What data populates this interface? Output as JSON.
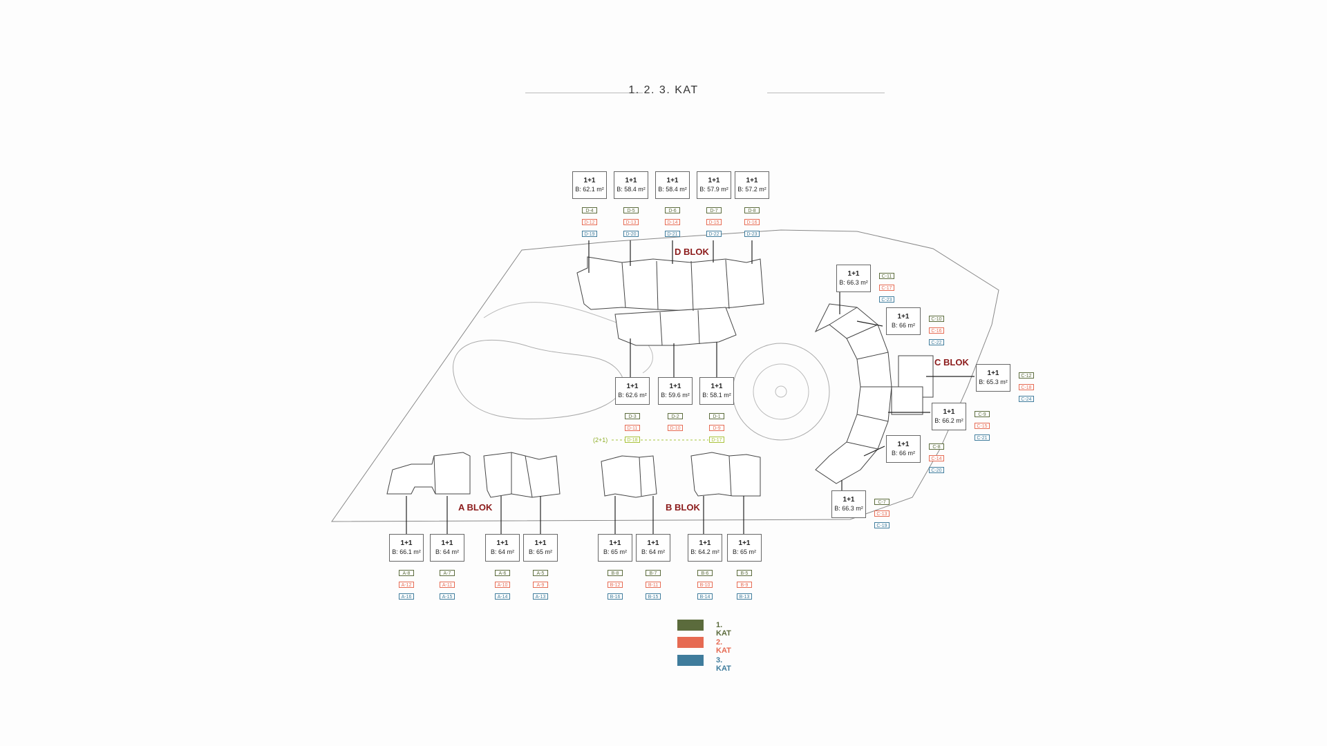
{
  "title": "1. 2. 3. KAT",
  "blocks": {
    "a": "A BLOK",
    "b": "B BLOK",
    "c": "C BLOK",
    "d": "D BLOK"
  },
  "note": "(2+1)",
  "legend": [
    {
      "label": "1. KAT",
      "color": "#5b6b3c"
    },
    {
      "label": "2. KAT",
      "color": "#e66a52"
    },
    {
      "label": "3. KAT",
      "color": "#3f7c9c"
    }
  ],
  "units": [
    {
      "type": "1+1",
      "area": "B: 62.1 m²",
      "floors": [
        "D-4",
        "D-12",
        "D-19"
      ]
    },
    {
      "type": "1+1",
      "area": "B: 58.4 m²",
      "floors": [
        "D-5",
        "D-13",
        "D-20"
      ]
    },
    {
      "type": "1+1",
      "area": "B: 58.4 m²",
      "floors": [
        "D-6",
        "D-14",
        "D-21"
      ]
    },
    {
      "type": "1+1",
      "area": "B: 57.9 m²",
      "floors": [
        "D-7",
        "D-15",
        "D-22"
      ]
    },
    {
      "type": "1+1",
      "area": "B: 57.2 m²",
      "floors": [
        "D-8",
        "D-16",
        "D-23"
      ]
    },
    {
      "type": "1+1",
      "area": "B: 62.6 m²",
      "floors": [
        "D-3",
        "D-11",
        "D-18"
      ]
    },
    {
      "type": "1+1",
      "area": "B: 59.6 m²",
      "floors": [
        "D-2",
        "D-10"
      ]
    },
    {
      "type": "1+1",
      "area": "B: 58.1 m²",
      "floors": [
        "D-1",
        "D-9",
        "D-17"
      ]
    },
    {
      "type": "1+1",
      "area": "B: 66.3 m²",
      "floors": [
        "C-11",
        "C-17",
        "C-23"
      ]
    },
    {
      "type": "1+1",
      "area": "B: 66 m²",
      "floors": [
        "C-10",
        "C-16",
        "C-22"
      ]
    },
    {
      "type": "1+1",
      "area": "B: 65.3 m²",
      "floors": [
        "C-12",
        "C-18",
        "C-24"
      ]
    },
    {
      "type": "1+1",
      "area": "B: 66.2 m²",
      "floors": [
        "C-9",
        "C-15",
        "C-21"
      ]
    },
    {
      "type": "1+1",
      "area": "B: 66 m²",
      "floors": [
        "C-8",
        "C-14",
        "C-20"
      ]
    },
    {
      "type": "1+1",
      "area": "B: 66.3 m²",
      "floors": [
        "C-7",
        "C-13",
        "C-19"
      ]
    },
    {
      "type": "1+1",
      "area": "B: 66.1 m²",
      "floors": [
        "A-8",
        "A-12",
        "A-16"
      ]
    },
    {
      "type": "1+1",
      "area": "B: 64 m²",
      "floors": [
        "A-7",
        "A-11",
        "A-15"
      ]
    },
    {
      "type": "1+1",
      "area": "B: 64 m²",
      "floors": [
        "A-6",
        "A-10",
        "A-14"
      ]
    },
    {
      "type": "1+1",
      "area": "B: 65 m²",
      "floors": [
        "A-5",
        "A-9",
        "A-13"
      ]
    },
    {
      "type": "1+1",
      "area": "B: 65 m²",
      "floors": [
        "B-8",
        "B-12",
        "B-16"
      ]
    },
    {
      "type": "1+1",
      "area": "B: 64 m²",
      "floors": [
        "B-7",
        "B-11",
        "B-15"
      ]
    },
    {
      "type": "1+1",
      "area": "B: 64.2 m²",
      "floors": [
        "B-6",
        "B-10",
        "B-14"
      ]
    },
    {
      "type": "1+1",
      "area": "B: 65 m²",
      "floors": [
        "B-5",
        "B-9",
        "B-13"
      ]
    }
  ]
}
